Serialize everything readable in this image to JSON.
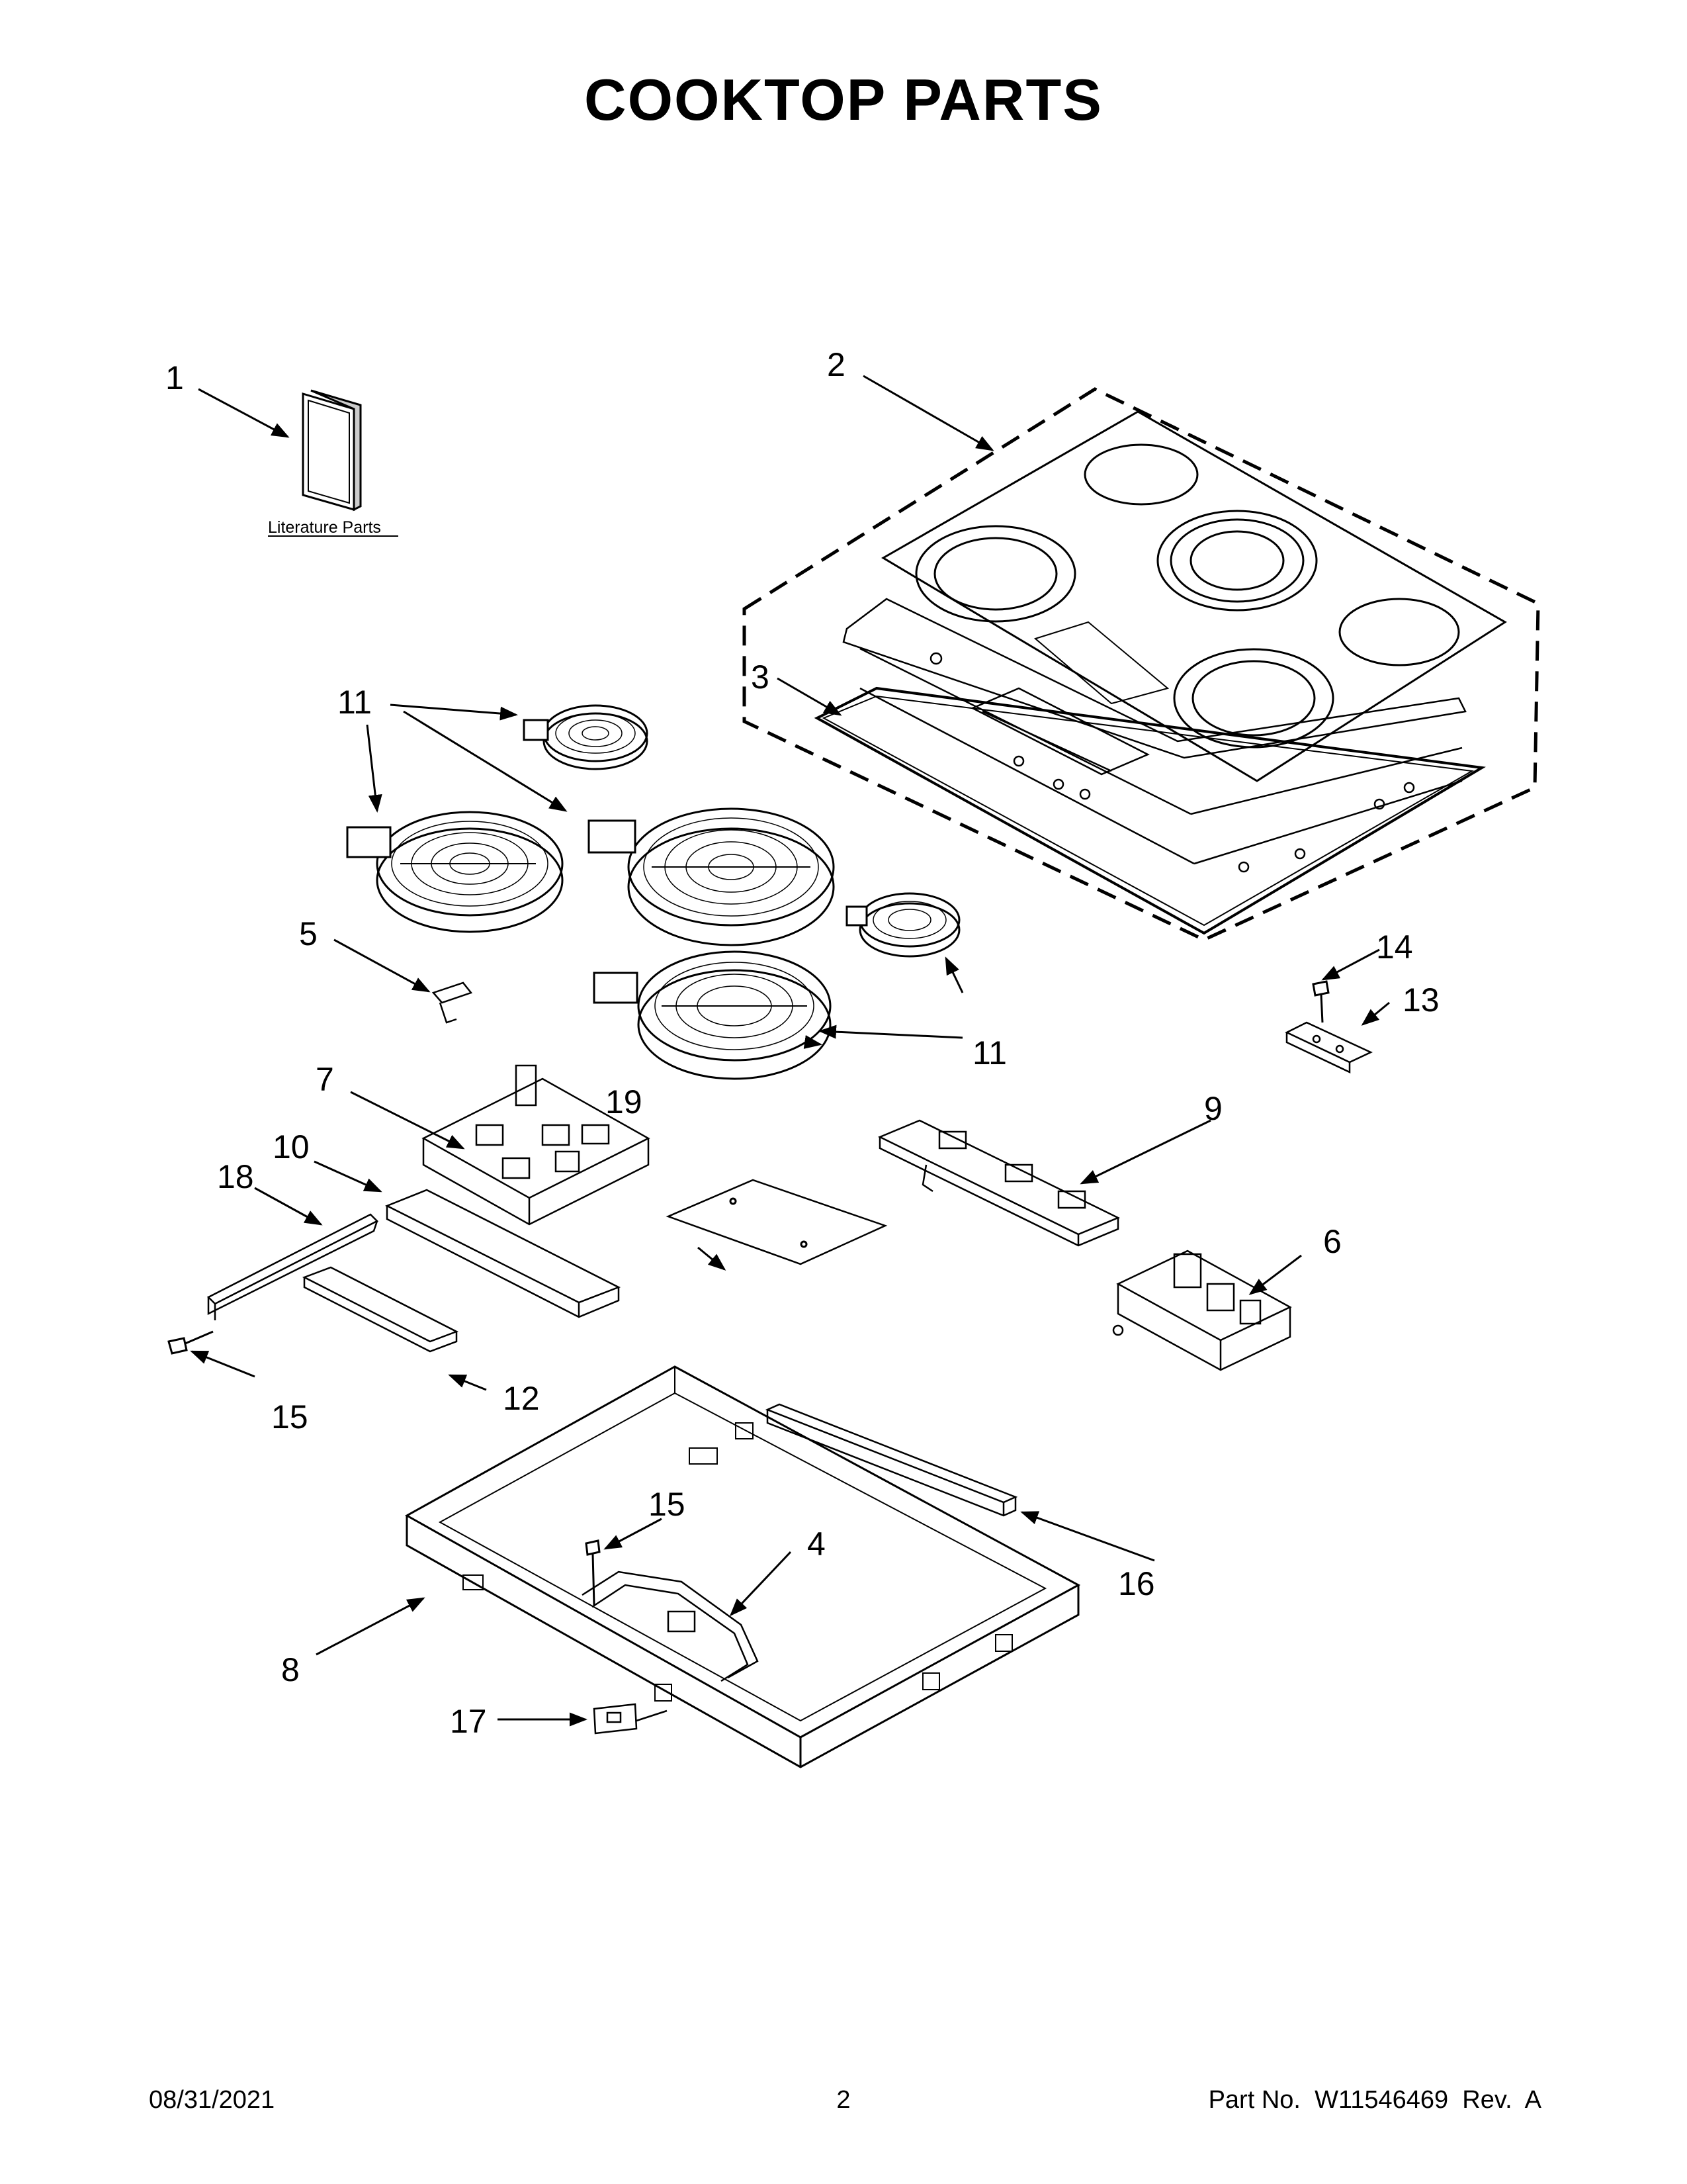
{
  "title": "COOKTOP PARTS",
  "literature_label": "Literature Parts",
  "callouts": {
    "c1": "1",
    "c2": "2",
    "c3": "3",
    "c4": "4",
    "c5": "5",
    "c6": "6",
    "c7": "7",
    "c8": "8",
    "c9": "9",
    "c10": "10",
    "c11a": "11",
    "c11b": "11",
    "c12": "12",
    "c13": "13",
    "c14": "14",
    "c15a": "15",
    "c15b": "15",
    "c16": "16",
    "c17": "17",
    "c18": "18",
    "c19": "19"
  },
  "footer": {
    "date": "08/31/2021",
    "page": "2",
    "part": "Part No.  W11546469  Rev.  A"
  }
}
